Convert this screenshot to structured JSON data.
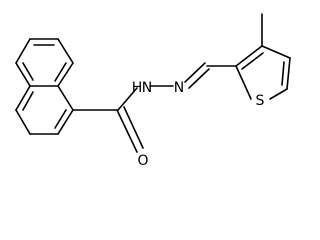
{
  "molecule": {
    "atoms": {
      "oxygen": "O",
      "nitrogen_amide": "N",
      "nitrogen_imine": "N",
      "hydrogen_amide": "H",
      "sulfur": "S"
    },
    "colors": {
      "bond": "#000000",
      "label": "#000000",
      "background": "#ffffff"
    }
  }
}
